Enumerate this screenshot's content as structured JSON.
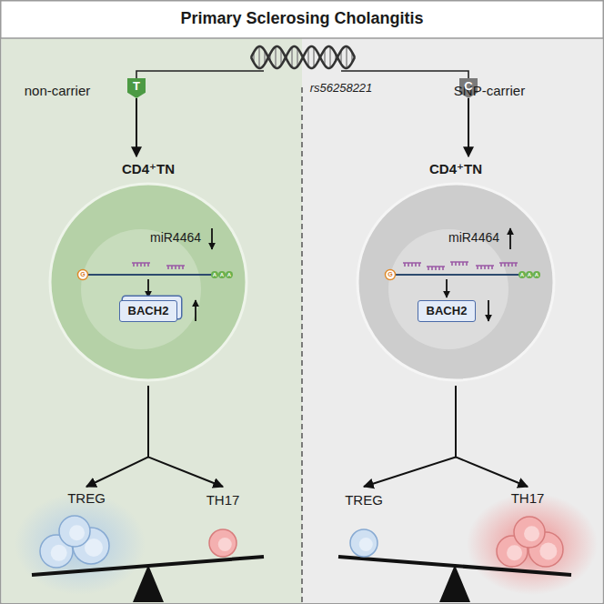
{
  "diagram": {
    "title": "Primary Sclerosing Cholangitis",
    "nodes": [
      {
        "text": [
          "non-carrier"
        ]
      },
      {
        "text": [
          "SNP-carrier"
        ]
      },
      {
        "text": [
          "T"
        ],
        "in": 0
      },
      {
        "text": [
          "CD4⁺TN",
          "miR4464"
        ],
        "in": 0
      },
      {
        "text": [
          "BACH2"
        ],
        "in": 3
      },
      {
        "text": [
          "TREG"
        ],
        "in": 0
      },
      {
        "text": [
          "TH17"
        ],
        "in": 0
      },
      {
        "text": [
          "C"
        ],
        "in": 1
      },
      {
        "text": [
          "CD4⁺TN",
          "miR4464"
        ],
        "in": 1
      },
      {
        "text": [
          "BACH2"
        ],
        "in": 8
      },
      {
        "text": [
          "TREG"
        ],
        "in": 1
      },
      {
        "text": [
          "TH17"
        ],
        "in": 1
      }
    ],
    "edges": [
      {
        "from": 2,
        "to": 3,
        "arrow": "to"
      },
      {
        "from": 3,
        "to": 5,
        "arrow": "to"
      },
      {
        "from": 3,
        "to": 6,
        "arrow": "to"
      },
      {
        "from": 7,
        "to": 8,
        "arrow": "to"
      },
      {
        "from": 8,
        "to": 10,
        "arrow": "to"
      },
      {
        "from": 8,
        "to": 11,
        "arrow": "to"
      }
    ],
    "labels": [
      "rs56258221",
      "G",
      "A",
      "A",
      "A",
      "G",
      "A",
      "A",
      "A"
    ]
  }
}
